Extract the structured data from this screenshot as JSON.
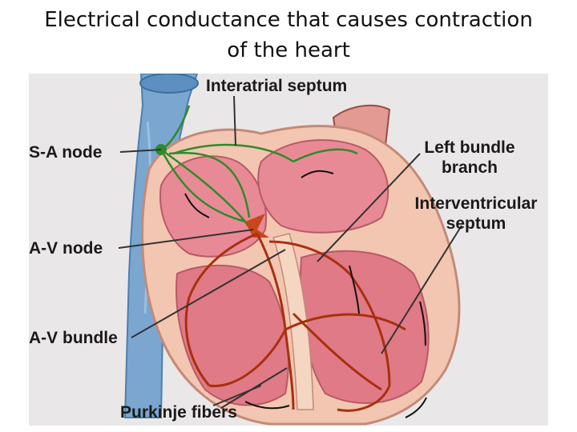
{
  "title_line1": "Electrical conductance that causes contraction",
  "title_line2": "of the heart",
  "labels": {
    "interatrial_septum": "Interatrial septum",
    "sa_node": "S-A node",
    "av_node": "A-V node",
    "av_bundle": "A-V bundle",
    "left_bundle_line1": "Left bundle",
    "left_bundle_line2": "branch",
    "interventricular_line1": "Interventricular",
    "interventricular_line2": "septum",
    "purkinje_fibers": "Purkinje fibers"
  },
  "colors": {
    "vena_cava": "#7aa6d0",
    "heart_wall": "#f2c6b0",
    "chamber": "#e88a95",
    "conduction_green": "#2f8a2c",
    "conduction_orange": "#c8461a",
    "purkinje": "#a8300f"
  }
}
